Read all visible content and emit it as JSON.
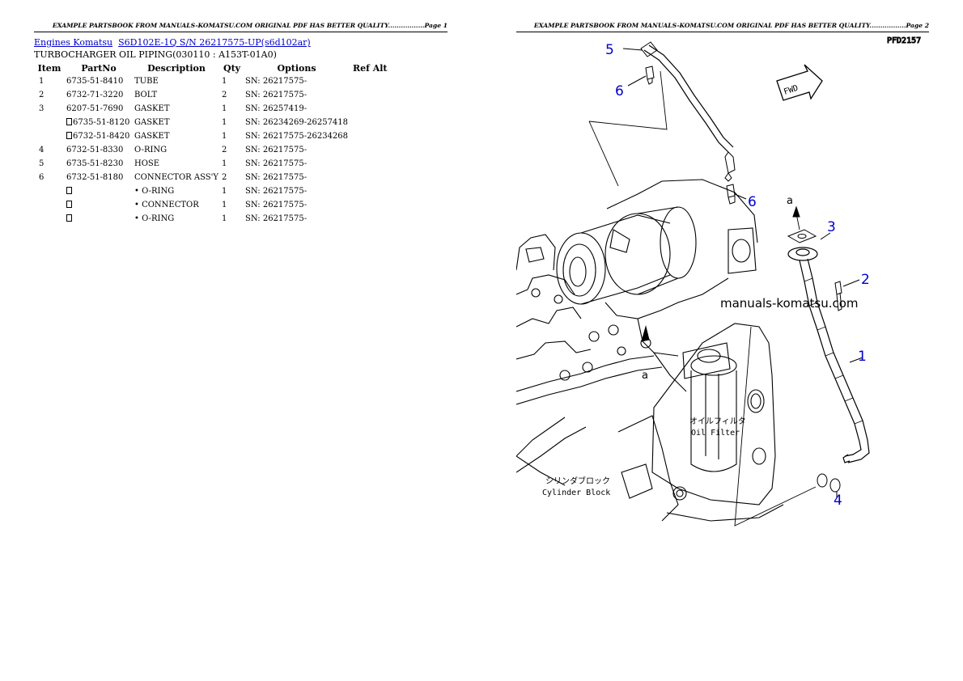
{
  "page_headers": {
    "left": "EXAMPLE PARTSBOOK FROM MANUALS-KOMATSU.COM ORIGINAL PDF HAS BETTER QUALITY.................Page 1",
    "right": "EXAMPLE PARTSBOOK FROM MANUALS-KOMATSU.COM ORIGINAL PDF HAS BETTER QUALITY.................Page 2"
  },
  "breadcrumb": {
    "link1": "Engines Komatsu",
    "link2": "S6D102E-1Q S/N 26217575-UP(s6d102ar)"
  },
  "title": "TURBOCHARGER OIL PIPING(030110 : A153T-01A0)",
  "table": {
    "headers": {
      "item": "Item",
      "part_no": "PartNo",
      "description": "Description",
      "qty": "Qty",
      "options": "Options",
      "ref_alt": "Ref Alt"
    },
    "rows": [
      {
        "item": "1",
        "box": false,
        "part_no": "6735-51-8410",
        "description": "TUBE",
        "qty": "1",
        "options": "SN: 26217575-"
      },
      {
        "item": "2",
        "box": false,
        "part_no": "6732-71-3220",
        "description": "BOLT",
        "qty": "2",
        "options": "SN: 26217575-"
      },
      {
        "item": "3",
        "box": false,
        "part_no": "6207-51-7690",
        "description": "GASKET",
        "qty": "1",
        "options": "SN: 26257419-"
      },
      {
        "item": "",
        "box": true,
        "part_no": "6735-51-8120",
        "description": "GASKET",
        "qty": "1",
        "options": "SN: 26234269-26257418"
      },
      {
        "item": "",
        "box": true,
        "part_no": "6732-51-8420",
        "description": "GASKET",
        "qty": "1",
        "options": "SN: 26217575-26234268"
      },
      {
        "item": "4",
        "box": false,
        "part_no": "6732-51-8330",
        "description": "O-RING",
        "qty": "2",
        "options": "SN: 26217575-"
      },
      {
        "item": "5",
        "box": false,
        "part_no": "6735-51-8230",
        "description": "HOSE",
        "qty": "1",
        "options": "SN: 26217575-"
      },
      {
        "item": "6",
        "box": false,
        "part_no": "6732-51-8180",
        "description": "CONNECTOR ASS'Y",
        "qty": "2",
        "options": "SN: 26217575-"
      },
      {
        "item": "",
        "box": true,
        "part_no": "",
        "description": "• O-RING",
        "qty": "1",
        "options": "SN: 26217575-"
      },
      {
        "item": "",
        "box": true,
        "part_no": "",
        "description": "• CONNECTOR",
        "qty": "1",
        "options": "SN: 26217575-"
      },
      {
        "item": "",
        "box": true,
        "part_no": "",
        "description": "• O-RING",
        "qty": "1",
        "options": "SN: 26217575-"
      }
    ]
  },
  "drawing": {
    "code": "PFD2157",
    "fwd": "FWD",
    "watermark": "manuals-komatsu.com",
    "oil_filter_jp": "オイルフィルタ",
    "oil_filter_en": "Oil Filter",
    "cyl_block_jp": "シリンダブロック",
    "cyl_block_en": "Cylinder Block",
    "ref_letter": "a",
    "callouts": {
      "c1": "1",
      "c2": "2",
      "c3": "3",
      "c4": "4",
      "c5": "5",
      "c6a": "6",
      "c6b": "6"
    },
    "colors": {
      "callout": "#0000cc",
      "line": "#000000"
    }
  }
}
